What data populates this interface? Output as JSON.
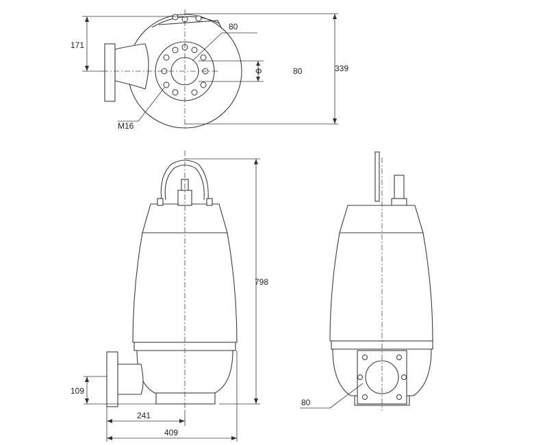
{
  "dimensions": {
    "top_view": {
      "outlet_height": "171",
      "flange_size_top": "80",
      "flange_size_right": "80",
      "overall_depth": "339",
      "bolt_thread": "M16",
      "diameter_symbol": "Φ"
    },
    "front_view": {
      "overall_height": "798",
      "outlet_center_height": "109",
      "outlet_to_center": "241",
      "overall_width": "409"
    },
    "side_view": {
      "flange_size": "80"
    }
  }
}
